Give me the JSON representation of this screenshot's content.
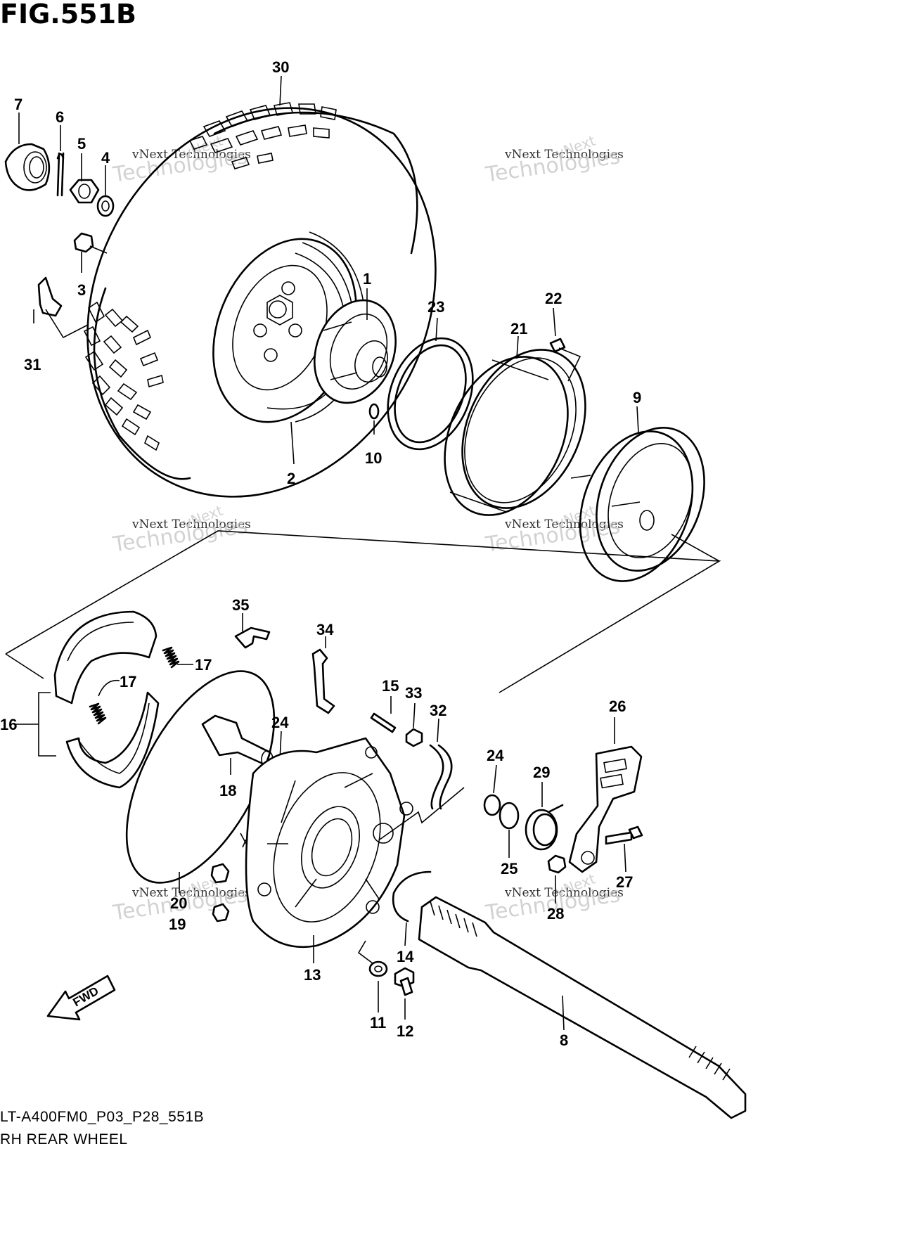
{
  "figure": {
    "title": "FIG.551B",
    "code": "LT-A400FM0_P03_P28_551B",
    "name": "RH REAR WHEEL"
  },
  "fwd_label": "FWD",
  "watermark": {
    "line1": "vNext Technologies",
    "line0": "vNext",
    "line2": "Technologies"
  },
  "callouts": [
    {
      "id": "c30",
      "text": "30"
    },
    {
      "id": "c7",
      "text": "7"
    },
    {
      "id": "c6",
      "text": "6"
    },
    {
      "id": "c5",
      "text": "5"
    },
    {
      "id": "c4",
      "text": "4"
    },
    {
      "id": "c3",
      "text": "3"
    },
    {
      "id": "c31",
      "text": "31"
    },
    {
      "id": "c1",
      "text": "1"
    },
    {
      "id": "c23",
      "text": "23"
    },
    {
      "id": "c22",
      "text": "22"
    },
    {
      "id": "c21",
      "text": "21"
    },
    {
      "id": "c9",
      "text": "9"
    },
    {
      "id": "c10",
      "text": "10"
    },
    {
      "id": "c2",
      "text": "2"
    },
    {
      "id": "c35",
      "text": "35"
    },
    {
      "id": "c34",
      "text": "34"
    },
    {
      "id": "c17a",
      "text": "17"
    },
    {
      "id": "c17b",
      "text": "17"
    },
    {
      "id": "c16",
      "text": "16"
    },
    {
      "id": "c15",
      "text": "15"
    },
    {
      "id": "c33",
      "text": "33"
    },
    {
      "id": "c32",
      "text": "32"
    },
    {
      "id": "c26",
      "text": "26"
    },
    {
      "id": "c24a",
      "text": "24"
    },
    {
      "id": "c18",
      "text": "18"
    },
    {
      "id": "c24b",
      "text": "24"
    },
    {
      "id": "c29",
      "text": "29"
    },
    {
      "id": "c25",
      "text": "25"
    },
    {
      "id": "c27",
      "text": "27"
    },
    {
      "id": "c28",
      "text": "28"
    },
    {
      "id": "c20",
      "text": "20"
    },
    {
      "id": "c19",
      "text": "19"
    },
    {
      "id": "c13",
      "text": "13"
    },
    {
      "id": "c14",
      "text": "14"
    },
    {
      "id": "c11",
      "text": "11"
    },
    {
      "id": "c12",
      "text": "12"
    },
    {
      "id": "c8",
      "text": "8"
    }
  ]
}
